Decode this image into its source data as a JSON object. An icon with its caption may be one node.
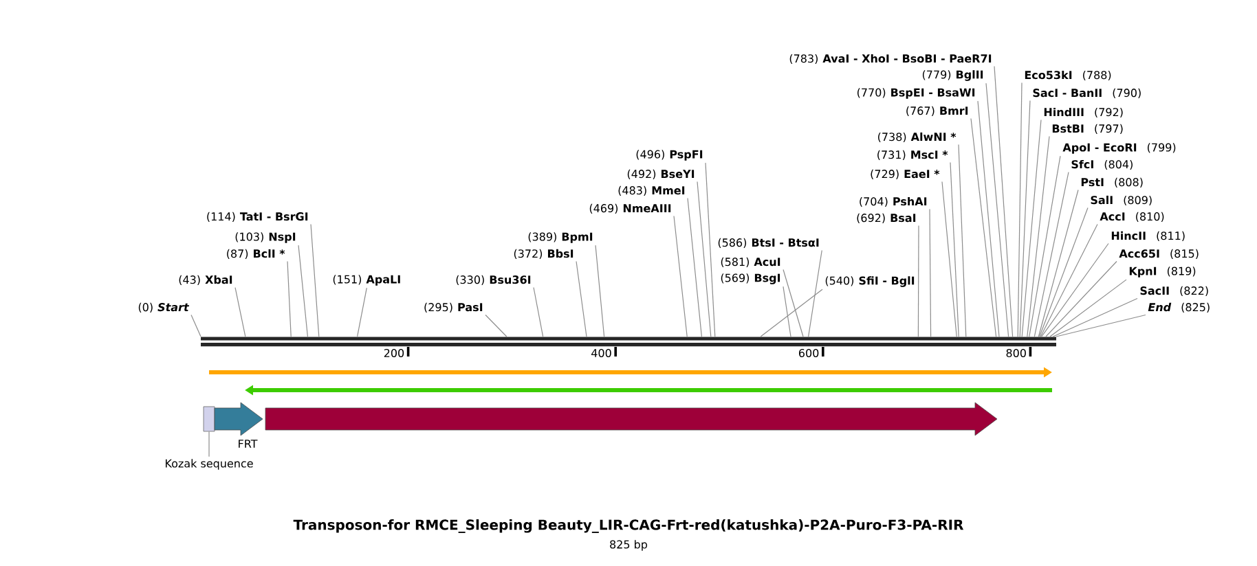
{
  "diagram": {
    "title": "Transposon-for RMCE_Sleeping Beauty_LIR-CAG-Frt-red(katushka)-P2A-Puro-F3-PA-RIR",
    "caption": "825 bp",
    "nodes": [
      {
        "text": [
          "(0)",
          "Start"
        ]
      },
      {
        "text": [
          "(43)",
          "XbaI"
        ]
      },
      {
        "text": [
          "(87)",
          "BclI *"
        ]
      },
      {
        "text": [
          "(103)",
          "NspI"
        ]
      },
      {
        "text": [
          "(114)",
          "TatI - BsrGI"
        ]
      },
      {
        "text": [
          "(151)",
          "ApaLI"
        ]
      },
      {
        "text": [
          "(295)",
          "PasI"
        ]
      },
      {
        "text": [
          "(330)",
          "Bsu36I"
        ]
      },
      {
        "text": [
          "(372)",
          "BbsI"
        ]
      },
      {
        "text": [
          "(389)",
          "BpmI"
        ]
      },
      {
        "text": [
          "(469)",
          "NmeAIII"
        ]
      },
      {
        "text": [
          "(483)",
          "MmeI"
        ]
      },
      {
        "text": [
          "(492)",
          "BseYI"
        ]
      },
      {
        "text": [
          "(496)",
          "PspFI"
        ]
      },
      {
        "text": [
          "(540)",
          "SfiI - BglI"
        ]
      },
      {
        "text": [
          "(569)",
          "BsgI"
        ]
      },
      {
        "text": [
          "(581)",
          "AcuI"
        ]
      },
      {
        "text": [
          "(586)",
          "BtsI - BtsαI"
        ]
      },
      {
        "text": [
          "(692)",
          "BsaI"
        ]
      },
      {
        "text": [
          "(704)",
          "PshAI"
        ]
      },
      {
        "text": [
          "(729)",
          "EaeI *"
        ]
      },
      {
        "text": [
          "(731)",
          "MscI *"
        ]
      },
      {
        "text": [
          "(738)",
          "AlwNI *"
        ]
      },
      {
        "text": [
          "(767)",
          "BmrI"
        ]
      },
      {
        "text": [
          "(770)",
          "BspEI - BsaWI"
        ]
      },
      {
        "text": [
          "(779)",
          "BglII"
        ]
      },
      {
        "text": [
          "(783)",
          "AvaI - XhoI - BsoBI - PaeR7I"
        ]
      },
      {
        "text": [
          "Eco53kI",
          "(788)"
        ]
      },
      {
        "text": [
          "SacI - BanII",
          "(790)"
        ]
      },
      {
        "text": [
          "HindIII",
          "(792)"
        ]
      },
      {
        "text": [
          "BstBI",
          "(797)"
        ]
      },
      {
        "text": [
          "ApoI - EcoRI",
          "(799)"
        ]
      },
      {
        "text": [
          "SfcI",
          "(804)"
        ]
      },
      {
        "text": [
          "PstI",
          "(808)"
        ]
      },
      {
        "text": [
          "SalI",
          "(809)"
        ]
      },
      {
        "text": [
          "AccI",
          "(810)"
        ]
      },
      {
        "text": [
          "HincII",
          "(811)"
        ]
      },
      {
        "text": [
          "Acc65I",
          "(815)"
        ]
      },
      {
        "text": [
          "KpnI",
          "(819)"
        ]
      },
      {
        "text": [
          "SacII",
          "(822)"
        ]
      },
      {
        "text": [
          "End",
          "(825)"
        ]
      },
      {
        "text": [],
        "shape": "box"
      },
      {
        "text": [
          "FRT"
        ]
      },
      {
        "text": [],
        "shape": "arrow"
      },
      {
        "text": [
          "Kozak sequence"
        ]
      }
    ],
    "edges": [
      {
        "from": 0,
        "to": null,
        "arrow": "none"
      },
      {
        "from": 1,
        "to": null,
        "arrow": "none"
      },
      {
        "from": 2,
        "to": null,
        "arrow": "none"
      },
      {
        "from": 3,
        "to": null,
        "arrow": "none"
      },
      {
        "from": 4,
        "to": null,
        "arrow": "none"
      },
      {
        "from": 5,
        "to": null,
        "arrow": "none"
      },
      {
        "from": 6,
        "to": null,
        "arrow": "none"
      },
      {
        "from": 7,
        "to": null,
        "arrow": "none"
      },
      {
        "from": 8,
        "to": null,
        "arrow": "none"
      },
      {
        "from": 9,
        "to": null,
        "arrow": "none"
      },
      {
        "from": 10,
        "to": null,
        "arrow": "none"
      },
      {
        "from": 11,
        "to": null,
        "arrow": "none"
      },
      {
        "from": 12,
        "to": null,
        "arrow": "none"
      },
      {
        "from": 13,
        "to": null,
        "arrow": "none"
      },
      {
        "from": 14,
        "to": null,
        "arrow": "none"
      },
      {
        "from": 15,
        "to": null,
        "arrow": "none"
      },
      {
        "from": 16,
        "to": null,
        "arrow": "none"
      },
      {
        "from": 17,
        "to": null,
        "arrow": "none"
      },
      {
        "from": 18,
        "to": null,
        "arrow": "none"
      },
      {
        "from": 19,
        "to": null,
        "arrow": "none"
      },
      {
        "from": 20,
        "to": null,
        "arrow": "none"
      },
      {
        "from": 21,
        "to": null,
        "arrow": "none"
      },
      {
        "from": 22,
        "to": null,
        "arrow": "none"
      },
      {
        "from": 23,
        "to": null,
        "arrow": "none"
      },
      {
        "from": 24,
        "to": null,
        "arrow": "none"
      },
      {
        "from": 25,
        "to": null,
        "arrow": "none"
      },
      {
        "from": 26,
        "to": null,
        "arrow": "none"
      },
      {
        "from": 27,
        "to": null,
        "arrow": "none"
      },
      {
        "from": 28,
        "to": null,
        "arrow": "none"
      },
      {
        "from": 29,
        "to": null,
        "arrow": "none"
      },
      {
        "from": 30,
        "to": null,
        "arrow": "none"
      },
      {
        "from": 31,
        "to": null,
        "arrow": "none"
      },
      {
        "from": 32,
        "to": null,
        "arrow": "none"
      },
      {
        "from": 33,
        "to": null,
        "arrow": "none"
      },
      {
        "from": 34,
        "to": null,
        "arrow": "none"
      },
      {
        "from": 35,
        "to": null,
        "arrow": "none"
      },
      {
        "from": 36,
        "to": null,
        "arrow": "none"
      },
      {
        "from": 37,
        "to": null,
        "arrow": "none"
      },
      {
        "from": 38,
        "to": null,
        "arrow": "none"
      },
      {
        "from": 39,
        "to": null,
        "arrow": "none"
      },
      {
        "from": 40,
        "to": null,
        "arrow": "none"
      },
      {
        "from": 44,
        "to": 41,
        "arrow": "none"
      }
    ],
    "labels": [
      "200",
      "400",
      "600",
      "800"
    ]
  }
}
